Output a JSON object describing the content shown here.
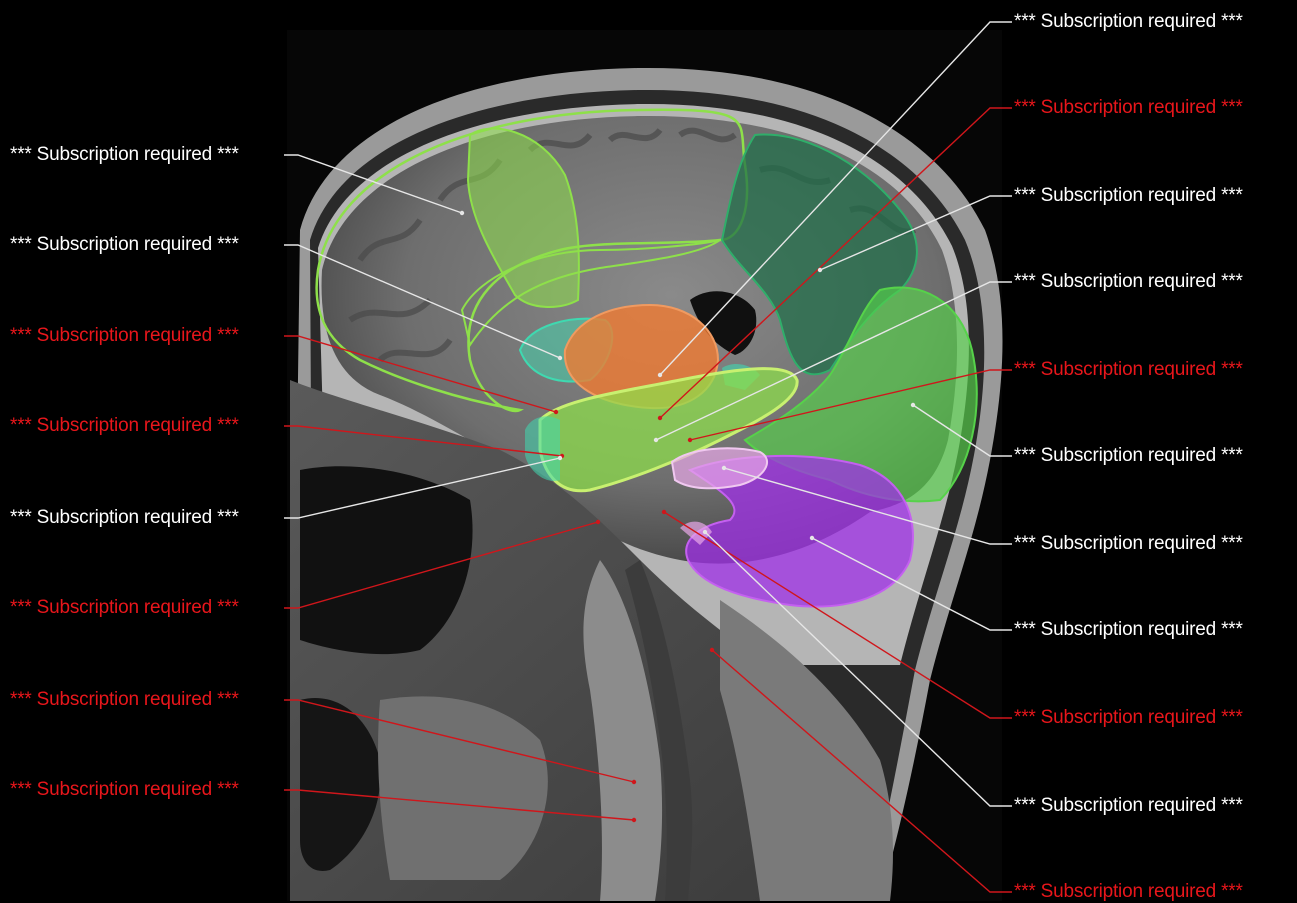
{
  "colors": {
    "background": "#000000",
    "white_label": "#ffffff",
    "red_label": "#e8161b",
    "leader_white": "#e6e6e6",
    "leader_red": "#d0161b",
    "region_light_green": "#8ee04a",
    "region_dark_green": "#1f6e48",
    "region_orange": "#f07a32",
    "region_cyan": "#3fd9b0",
    "region_mid_green": "#56d24a",
    "region_violet": "#a030e8",
    "region_pink": "#e8a8e8"
  },
  "labels_left": [
    {
      "text": "*** Subscription required ***",
      "color": "white"
    },
    {
      "text": "*** Subscription required ***",
      "color": "white"
    },
    {
      "text": "*** Subscription required ***",
      "color": "red"
    },
    {
      "text": "*** Subscription required ***",
      "color": "red"
    },
    {
      "text": "*** Subscription required ***",
      "color": "white"
    },
    {
      "text": "*** Subscription required ***",
      "color": "red"
    },
    {
      "text": "*** Subscription required ***",
      "color": "red"
    },
    {
      "text": "*** Subscription required ***",
      "color": "red"
    }
  ],
  "labels_right": [
    {
      "text": "*** Subscription required ***",
      "color": "white"
    },
    {
      "text": "*** Subscription required ***",
      "color": "red"
    },
    {
      "text": "*** Subscription required ***",
      "color": "white"
    },
    {
      "text": "*** Subscription required ***",
      "color": "white"
    },
    {
      "text": "*** Subscription required ***",
      "color": "red"
    },
    {
      "text": "*** Subscription required ***",
      "color": "white"
    },
    {
      "text": "*** Subscription required ***",
      "color": "white"
    },
    {
      "text": "*** Subscription required ***",
      "color": "white"
    },
    {
      "text": "*** Subscription required ***",
      "color": "red"
    },
    {
      "text": "*** Subscription required ***",
      "color": "white"
    },
    {
      "text": "*** Subscription required ***",
      "color": "red"
    }
  ]
}
